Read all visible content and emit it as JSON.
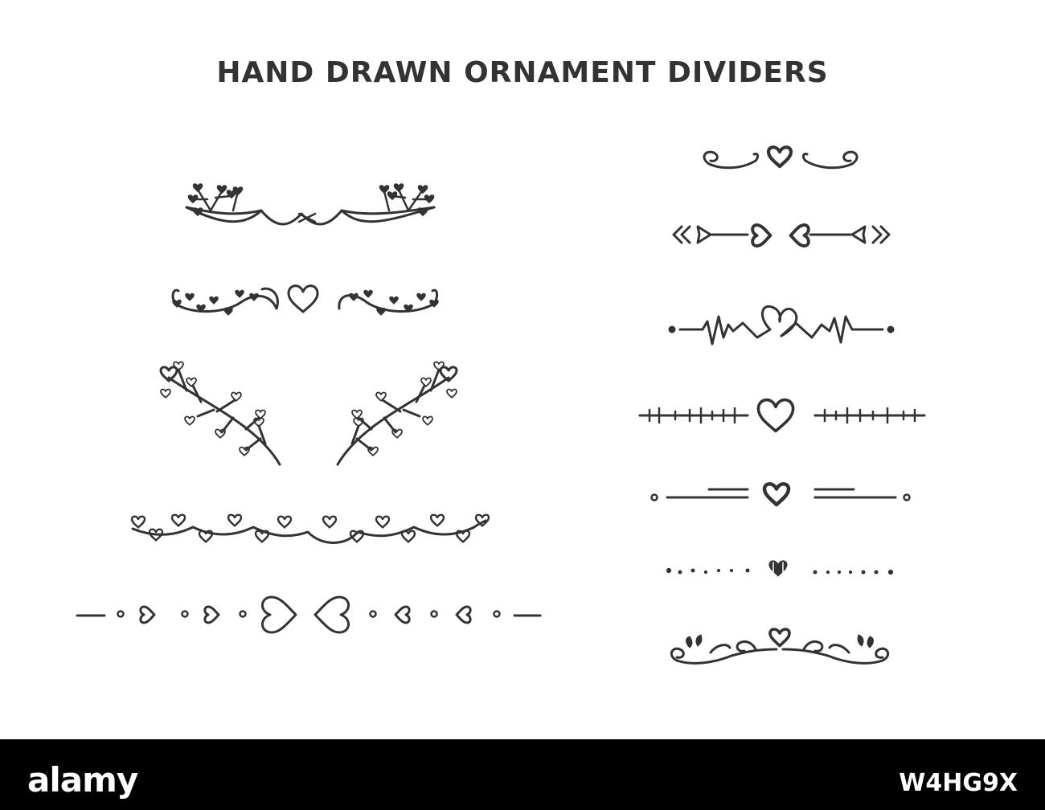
{
  "title": "HAND DRAWN ORNAMENT DIVIDERS",
  "ink_color": "#333333",
  "background_color": "#ffffff",
  "ornaments": {
    "left_column": [
      "vine-with-leaf-sprigs",
      "heart-vines-with-center-heart",
      "mirrored-heart-branches",
      "heart-garland",
      "hearts-and-dots-line"
    ],
    "right_column": [
      "swirls-with-heart",
      "arrows-with-heart-tails",
      "heartbeat-line-with-heart",
      "tick-lines-with-heart",
      "double-lines-with-heart",
      "dotted-line-with-filled-heart",
      "flourish-with-heart"
    ]
  },
  "footer": {
    "background_color": "#000000",
    "brand": "alamy",
    "image_code": "W4HG9X"
  }
}
